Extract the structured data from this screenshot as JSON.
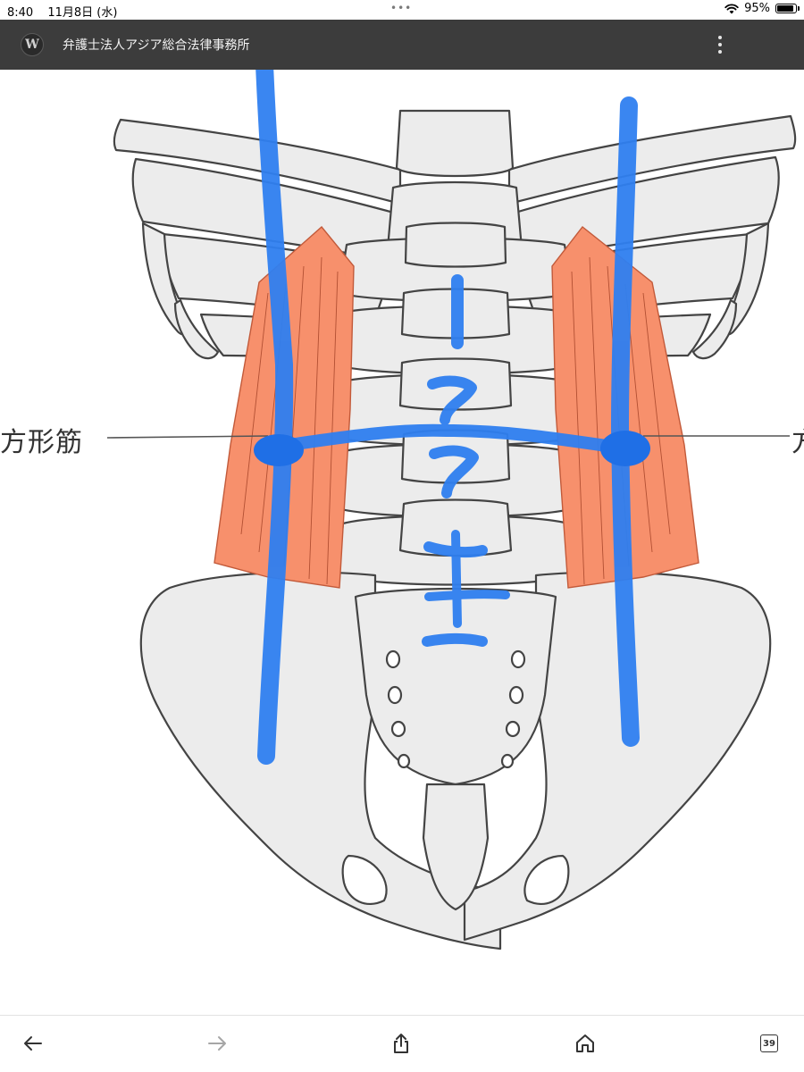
{
  "status_bar": {
    "time": "8:40",
    "date": "11月8日 (水)",
    "dots": "•••",
    "battery_percent": "95%",
    "battery_level": 0.95,
    "icons": [
      "wifi-icon",
      "battery-icon"
    ]
  },
  "browser": {
    "site_icon_letter": "W",
    "site_title": "弁護士法人アジア総合法律事務所",
    "menu_icon": "more-vertical-icon"
  },
  "figure": {
    "label_left": "方形筋",
    "label_right": "方",
    "colors": {
      "bone_fill": "#ececec",
      "outline": "#444444",
      "muscle": "#f7906c",
      "muscle_stroke": "#c25a3a",
      "annotation": "#2f7ff0"
    }
  },
  "toolbar": {
    "icons": [
      "back-arrow-icon",
      "forward-arrow-icon",
      "share-icon",
      "home-icon",
      "tabs-icon"
    ],
    "tab_count": "39"
  }
}
